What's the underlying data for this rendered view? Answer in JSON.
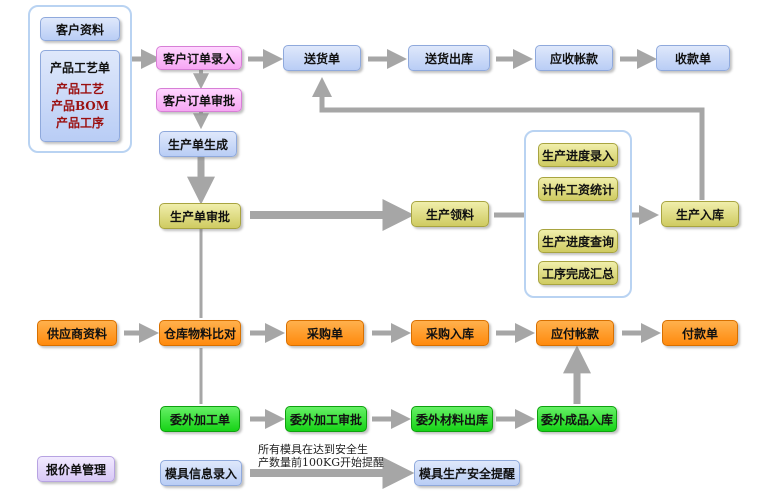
{
  "nodes": {
    "customer_info": "客户资料",
    "product_process_sheet": "产品工艺单",
    "product_process_items": [
      "产品工艺",
      "产品BOM",
      "产品工序"
    ],
    "order_entry": "客户订单录入",
    "order_review": "客户订单审批",
    "production_gen": "生产单生成",
    "production_review": "生产单审批",
    "delivery_note": "送货单",
    "delivery_out": "送货出库",
    "receivable": "应收帐款",
    "receipt": "收款单",
    "progress_entry": "生产进度录入",
    "piece_wage": "计件工资统计",
    "progress_query": "生产进度查询",
    "process_summary": "工序完成汇总",
    "material_pick": "生产领料",
    "production_in": "生产入库",
    "supplier_info": "供应商资料",
    "warehouse_compare": "仓库物料比对",
    "purchase_order": "采购单",
    "purchase_in": "采购入库",
    "payable": "应付帐款",
    "payment": "付款单",
    "outsource_order": "委外加工单",
    "outsource_review": "委外加工审批",
    "outsource_material_out": "委外材料出库",
    "outsource_product_in": "委外成品入库",
    "quote_mgmt": "报价单管理",
    "mold_info": "模具信息录入",
    "mold_alert": "模具生产安全提醒"
  },
  "note": {
    "line1": "所有模具在达到安全生",
    "line2": "产数量前100KG开始提醒"
  },
  "colors": {
    "arrow": "#a6a6a6",
    "frame": "#b9d3f2"
  }
}
